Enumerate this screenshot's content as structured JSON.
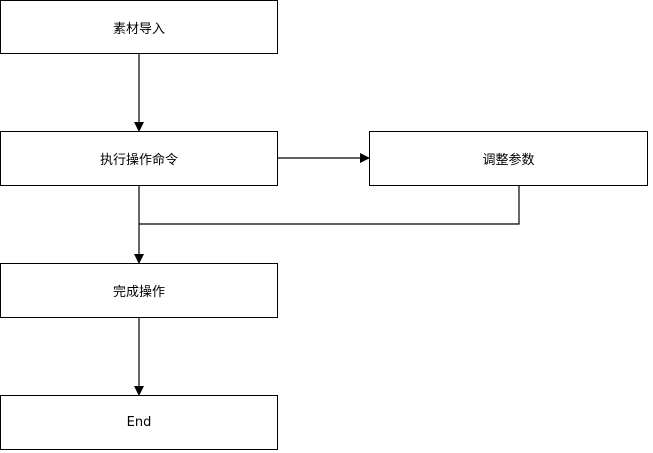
{
  "diagram": {
    "nodes": {
      "import": {
        "label": "素材导入"
      },
      "execute": {
        "label": "执行操作命令"
      },
      "adjust": {
        "label": "调整参数"
      },
      "complete": {
        "label": "完成操作"
      },
      "end": {
        "label": "End"
      }
    },
    "colors": {
      "stroke": "#000000",
      "fill": "#ffffff",
      "text": "#000000"
    }
  }
}
